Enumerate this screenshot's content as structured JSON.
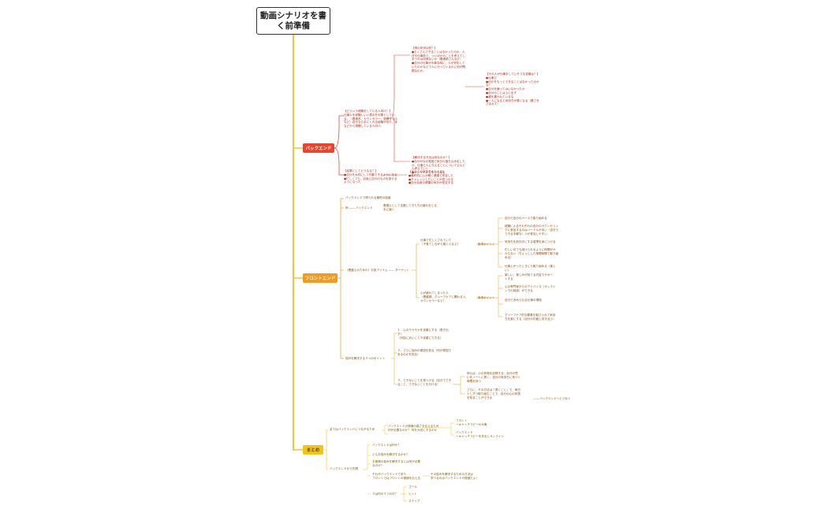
{
  "root": {
    "title": "動画シナリオを書く前準備"
  },
  "colors": {
    "backend": "#e8452e",
    "frontend": "#f29a1f",
    "summary": "#f2c414",
    "trunk": "#f5c23a"
  },
  "backend": {
    "label": "バックエンド",
    "n1": "【どういう経験をしている人向け？】\n仕事人を経験しいい表示を対象としてい\nる。（看護系、カウンセラー、治療する人\nなど）自分なら手にくれる経験があり、本\nなどから視聴している人向け。",
    "n1a": "【例の状況は何？】\n●たくさんできることはなかったのか。人\n日や仕事前で、ついほかのことを考えてし\nまうのは何故ないか（看護師さんなど）\n●自分の仕事が大事な時に、人が何をして\nいたのかなどで人に行っているのに何が問\n題なのか。",
    "n1b": "【その人が仕事をしていそうな言葉は？】\n●仕事だ\n●何かをもっとできることはなかったのか\nな？\n●自分を偏ってはいなかったか\n●自分のことは上に出す\n●親を置かれているな\n●一人になると気持ちが悪くなる（悪さを\nさまれて）",
    "n1c": "【解決する方法は何なのか？】\n●自分がなぜ原因で気分の落ち込みをした\nか、仕事で人に与えることについてどんど\nん考えていく\n●オンラインでやってみる",
    "n2": "【結果としてどうなる？】\n●自分を大切にして行動できるようになる\n●忙しくても、自身に自分のものを探せる\nようになった",
    "n2a": "【その人の気持ちを与える】\n●最終的に心が軽く健康で安定した\n●チャレンジしたいことが見つかる\n●自分自身の健康の気分が安定する"
  },
  "frontend": {
    "label": "フロントエンド",
    "f1": "バックエンドで得られる最終の結論",
    "f2": "例 —— バックエンド",
    "f2a": "看護士として支援してきた方の疲れをとる\n手に届く",
    "f3": "（看護士のための）お役アイテム —— ターゲット",
    "t1": "仕事で忙しくされていて\n（子育てしながら働く人など）",
    "t2": "心が疲れてしまった人\n（看護師、グリーフケアに関わる人、\nカウンセラーなど）",
    "pa1": "訴求ポイント",
    "pa2": "訴求ポイント",
    "p1": "自分で自分のペースで取り組める",
    "p2": "経験によるそれぞれの自分のカウンセリン\nグに参加するのはハードルがあい（自分で\nできる手軽な）人が参加しやすい",
    "p3": "気持ちを前向きにする習慣を身につける",
    "p4": "忙しい中でも続けられるように時間がか\nからない（ちょっとした隙間時間で取り組\nめる）",
    "p5": "仕事上がったときにも取り組める（楽し\nい）",
    "p6": "楽しい、楽しみが持てる内容でサポー\nトする",
    "p7": "心の専門家からのアドバイス（オンライ\nンでの相談）ができる",
    "p8": "自分で決められる仕事の環境",
    "p9": "グリーフケア的な要素を取り入れて気持\nちを楽にする（自分の内面と向き合う）",
    "f4": "悩みを解決する３つのポイント",
    "k1": "１．心のモヤモヤを言葉にする（書き出\nす）\n（対話に近いことや言葉にできる）",
    "k2": "２．さらに悩みの原因を知る（何が原因で\nあるのかを知る）",
    "k3": "３．できないことを見つける（自分ででき\nること、できないことを分ける）",
    "k3a": "例えば、心の状態を記録する、自分の思\nいをノートに書く、自分の気持ちに気づく\n時間を持つ",
    "k3b": "さらに、その方法は「書くこと」で、毎日\n少しずつ取り組むことで、自分の心の状態\nを知ることができる",
    "k3c": "—— バックエンドへとつなぐ"
  },
  "summary": {
    "label": "まとめ",
    "s1": "全てはバックエンドにつながるため",
    "s1a": "バックエンドの価値の高さを伝えるため\n何が必要なのか？ 何を大切にするのか",
    "s1b": "フロント\n〜キャッチコピーの大事",
    "s1c": "バックエンド\n〜キャッチコピーを作るとオンライン",
    "s2": "バックエンドから先頭",
    "q1": "バックエンドは何か？",
    "q2": "どんな悩みを解決するのか？",
    "q3": "お客様の悩みを解決するには何が必要\nなのか？",
    "q4": "それがバックエンドであり\nフロントではフロントの価値を伝える",
    "q4a": "その悩みを解決するための方法は\n学べるのはバックエンドの価値だよ！",
    "q5": "３は何の３つの中？",
    "q5a": "ゴール",
    "q5b": "ヒント",
    "q5c": "ステップ"
  }
}
